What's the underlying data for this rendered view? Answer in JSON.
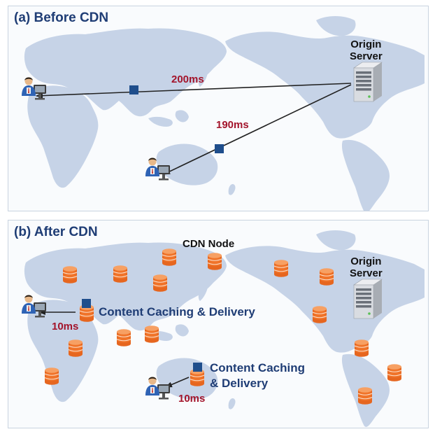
{
  "panel_a": {
    "title": "(a) Before CDN",
    "server_label_line1": "Origin",
    "server_label_line2": "Server",
    "latency_europe": "200ms",
    "latency_australia": "190ms"
  },
  "panel_b": {
    "title": "(b) After CDN",
    "cdn_node_label": "CDN Node",
    "server_label_line1": "Origin",
    "server_label_line2": "Server",
    "caching_label_europe": "Content Caching & Delivery",
    "caching_label_australia_line1": "Content Caching",
    "caching_label_australia_line2": "& Delivery",
    "latency_europe": "10ms",
    "latency_australia": "10ms"
  },
  "colors": {
    "map_land": "#c6d3e7",
    "panel_bg": "#f9fbfd",
    "panel_border": "#c9d3e0",
    "title": "#1f3d75",
    "latency": "#a3142b",
    "cdn_node": "#f0742a",
    "packet": "#1f4e8c",
    "arrow": "#222222"
  },
  "icons": {
    "user": "user-at-computer-icon",
    "server": "server-tower-icon",
    "cdn_node": "database-cylinder-icon",
    "packet": "data-packet-square-icon"
  }
}
